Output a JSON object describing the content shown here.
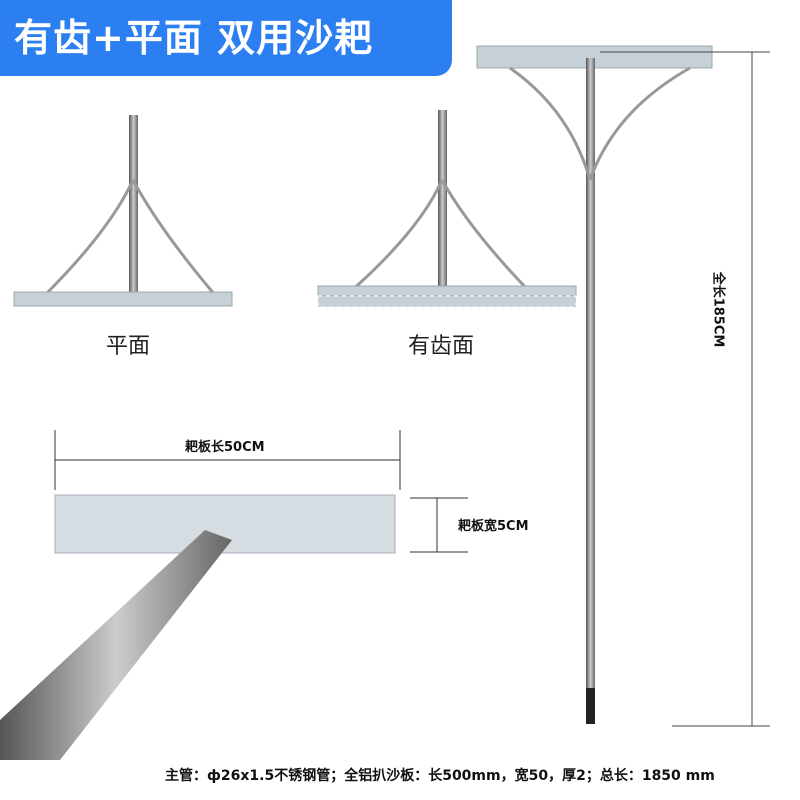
{
  "banner": {
    "title": "有齿+平面 双用沙耙"
  },
  "labels": {
    "flat": "平面",
    "toothed": "有齿面",
    "total_length": "全长185CM",
    "board_length": "耙板长50CM",
    "board_width": "耙板宽5CM"
  },
  "spec": "主管：ф26x1.5不锈钢管；全铝扒沙板：长500mm，宽50，厚2；总长：1850 mm",
  "colors": {
    "banner": "#2b7ff0",
    "metal": "#b9c3c8"
  }
}
